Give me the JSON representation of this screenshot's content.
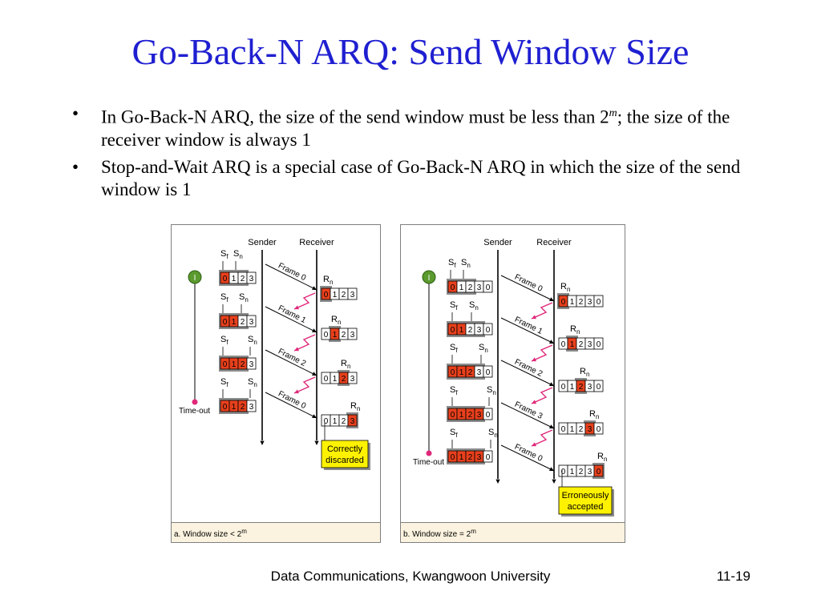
{
  "title": "Go-Back-N ARQ: Send Window Size",
  "bullets": [
    {
      "before": "In Go-Back-N ARQ, the size of the send window must be less than 2",
      "sup": "m",
      "after": "; the size of the receiver window is always 1"
    },
    {
      "before": "Stop-and-Wait ARQ is a special case of Go-Back-N ARQ in which the size of the send window is 1",
      "sup": "",
      "after": ""
    }
  ],
  "bullet_glyph": "•",
  "diagrams": {
    "a": {
      "sender": "Sender",
      "receiver": "Receiver",
      "timer_label": "I",
      "timeout_label": "Time-out",
      "caption": "a. Window size < 2",
      "caption_sup": "m",
      "sf": "S",
      "sf_sub": "f",
      "sn": "S",
      "sn_sub": "n",
      "rn": "R",
      "rn_sub": "n",
      "sender_window": [
        "0",
        "1",
        "2",
        "3"
      ],
      "receiver_window": [
        "0",
        "1",
        "2",
        "3"
      ],
      "frames": [
        "Frame 0",
        "Frame 1",
        "Frame 2",
        "Frame 0"
      ],
      "note_lines": [
        "Correctly",
        "discarded"
      ]
    },
    "b": {
      "sender": "Sender",
      "receiver": "Receiver",
      "timer_label": "I",
      "timeout_label": "Time-out",
      "caption": "b. Window size = 2",
      "caption_sup": "m",
      "sf": "S",
      "sf_sub": "f",
      "sn": "S",
      "sn_sub": "n",
      "rn": "R",
      "rn_sub": "n",
      "sender_window": [
        "0",
        "1",
        "2",
        "3",
        "0"
      ],
      "receiver_window": [
        "0",
        "1",
        "2",
        "3",
        "0"
      ],
      "frames": [
        "Frame 0",
        "Frame 1",
        "Frame 2",
        "Frame 3",
        "Frame 0"
      ],
      "note_lines": [
        "Erroneously",
        "accepted"
      ]
    }
  },
  "footer": {
    "center": "Data Communications, Kwangwoon University",
    "page": "11-19"
  },
  "colors": {
    "title": "#1f1fd1",
    "highlight": "#e8401c",
    "timer": "#5a9a2e",
    "ack": "#e0287a",
    "note": "#fff200",
    "panel_bg": "#fbf3df",
    "panel_border": "#7f7f7f"
  }
}
